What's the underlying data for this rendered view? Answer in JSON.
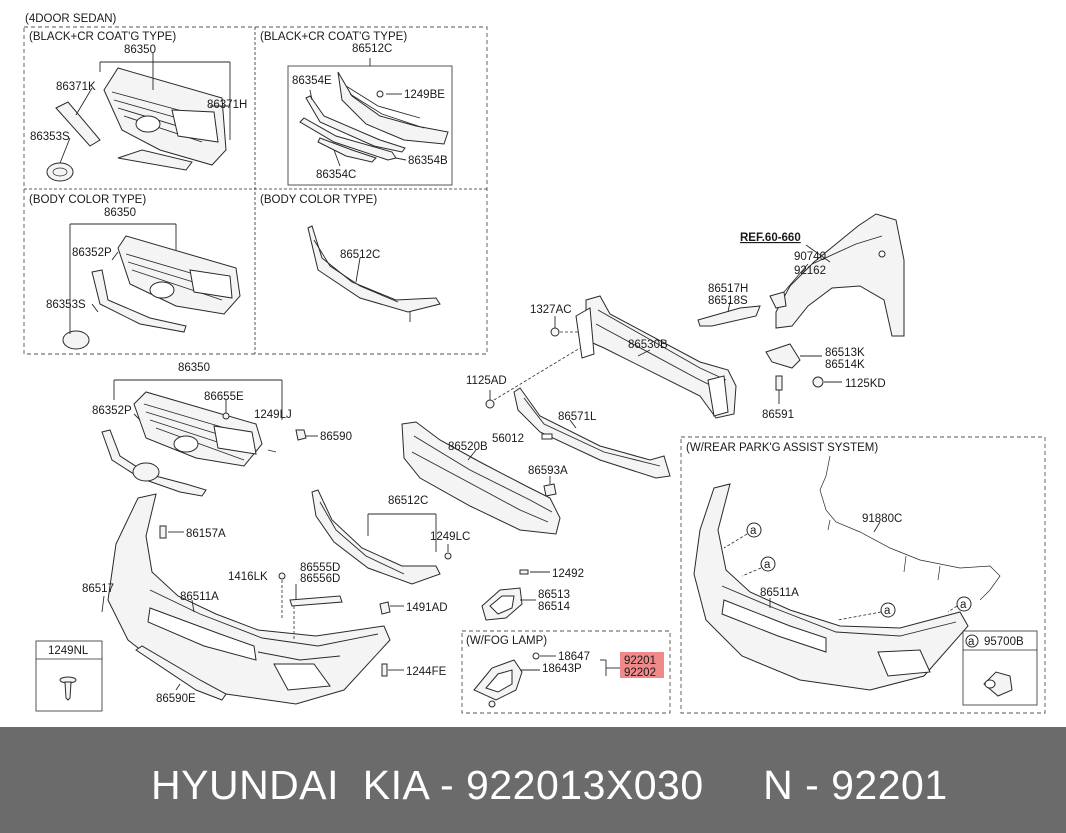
{
  "headers": {
    "sedan": "(4DOOR SEDAN)",
    "chrome1": "(BLACK+CR COAT'G TYPE)",
    "chrome2": "(BLACK+CR COAT'G TYPE)",
    "body1": "(BODY COLOR TYPE)",
    "body2": "(BODY COLOR TYPE)",
    "fog": "(W/FOG LAMP)",
    "park": "(W/REAR PARK'G ASSIST SYSTEM)"
  },
  "ref_label": "REF.60-660",
  "parts": {
    "p86350a": "86350",
    "p86371K": "86371K",
    "p86371H": "86371H",
    "p86353Sa": "86353S",
    "p86512Ca": "86512C",
    "p86354E": "86354E",
    "p1249BE": "1249BE",
    "p86354B": "86354B",
    "p86354C": "86354C",
    "p86350b": "86350",
    "p86352Pa": "86352P",
    "p86353Sb": "86353S",
    "p86512Cb": "86512C",
    "p90740": "90740",
    "p92162": "92162",
    "p86517H": "86517H",
    "p86518S": "86518S",
    "p1327AC": "1327AC",
    "p86530B": "86530B",
    "p86513K": "86513K",
    "p86514K": "86514K",
    "p1125AD": "1125AD",
    "p1125KD": "1125KD",
    "p86591": "86591",
    "p86350c": "86350",
    "p86655E": "86655E",
    "p86352Pb": "86352P",
    "p1249LJ": "1249LJ",
    "p86590": "86590",
    "p86571L": "86571L",
    "p56012": "56012",
    "p86520B": "86520B",
    "p86593A": "86593A",
    "p86157A": "86157A",
    "p86512Cc": "86512C",
    "p1249LC": "1249LC",
    "p86517": "86517",
    "p86511Aa": "86511A",
    "p1416LK": "1416LK",
    "p86555D": "86555D",
    "p86556D": "86556D",
    "p12492": "12492",
    "p86513": "86513",
    "p86514": "86514",
    "p1491AD": "1491AD",
    "p1244FE": "1244FE",
    "p86590E": "86590E",
    "p18647": "18647",
    "p18643P": "18643P",
    "p92201": "92201",
    "p92202": "92202",
    "p91880C": "91880C",
    "p86511Ab": "86511A",
    "p95700B": "95700B",
    "p1249NL": "1249NL",
    "callout": "a"
  },
  "highlight_color": "#f08a8a",
  "footer": "HYUNDAI  KIA - 922013X030     N - 92201"
}
